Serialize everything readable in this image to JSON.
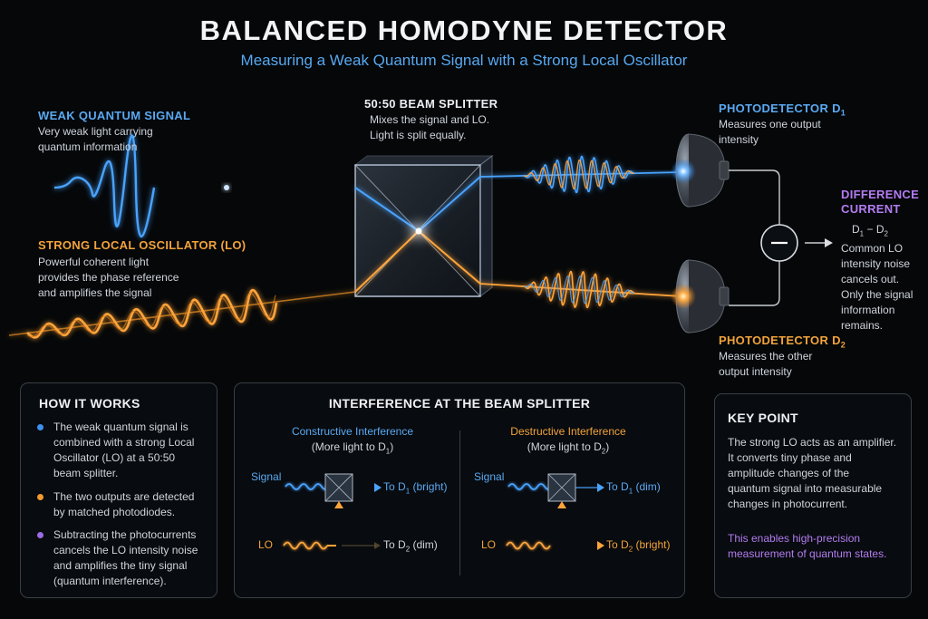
{
  "title": "BALANCED HOMODYNE DETECTOR",
  "subtitle": "Measuring a Weak Quantum Signal with a Strong Local Oscillator",
  "signal": {
    "label": "WEAK QUANTUM SIGNAL",
    "desc1": "Very weak light carrying",
    "desc2": "quantum information"
  },
  "lo": {
    "label": "STRONG LOCAL OSCILLATOR (LO)",
    "desc1": "Powerful coherent light",
    "desc2": "provides the phase reference",
    "desc3": "and amplifies the signal"
  },
  "splitter": {
    "label": "50:50 BEAM SPLITTER",
    "desc1": "Mixes the signal and LO.",
    "desc2": "Light is split equally."
  },
  "pd1": {
    "label": "PHOTODETECTOR D",
    "sub": "1",
    "desc1": "Measures one output",
    "desc2": "intensity"
  },
  "pd2": {
    "label": "PHOTODETECTOR D",
    "sub": "2",
    "desc1": "Measures the other",
    "desc2": "output intensity"
  },
  "difference": {
    "label1": "DIFFERENCE",
    "label2": "CURRENT",
    "formula_a": "D",
    "formula_a_sub": "1",
    "formula_op": " − ",
    "formula_b": "D",
    "formula_b_sub": "2",
    "desc1": "Common LO",
    "desc2": "intensity noise",
    "desc3": "cancels out.",
    "desc4": "Only the signal",
    "desc5": "information",
    "desc6": "remains."
  },
  "how_it_works": {
    "title": "HOW IT WORKS",
    "b1": [
      "The weak quantum signal is",
      "combined with a strong Local",
      "Oscillator (LO) at a 50:50",
      "beam splitter."
    ],
    "b2": [
      "The two outputs are detected",
      "by matched photodiodes."
    ],
    "b3": [
      "Subtracting the photocurrents",
      "cancels the LO intensity noise",
      "and amplifies the tiny signal",
      "(quantum interference)."
    ]
  },
  "interference": {
    "title": "INTERFERENCE AT THE BEAM SPLITTER",
    "constructive": {
      "title": "Constructive Interference",
      "sub_prefix": "(More light to D",
      "sub_index": "1",
      "sub_suffix": ")",
      "signal": "Signal",
      "lo": "LO",
      "out1": "To D",
      "out1_sub": "1",
      "out1_state": " (bright)",
      "out2": "To D",
      "out2_sub": "2",
      "out2_state": " (dim)"
    },
    "destructive": {
      "title": "Destructive Interference",
      "sub_prefix": "(More light to D",
      "sub_index": "2",
      "sub_suffix": ")",
      "signal": "Signal",
      "lo": "LO",
      "out1": "To D",
      "out1_sub": "1",
      "out1_state": " (dim)",
      "out2": "To D",
      "out2_sub": "2",
      "out2_state": " (bright)"
    }
  },
  "key_point": {
    "title": "KEY POINT",
    "p1": [
      "The strong LO acts as an amplifier.",
      "It converts tiny phase and",
      "amplitude changes of the",
      "quantum signal into measurable",
      "changes in photocurrent."
    ],
    "p2": [
      "This enables high-precision",
      "measurement of quantum states."
    ]
  },
  "colors": {
    "signal": "#3d8ff0",
    "lo": "#f29a2e",
    "purple": "#b37cf0",
    "background": "#050709"
  }
}
